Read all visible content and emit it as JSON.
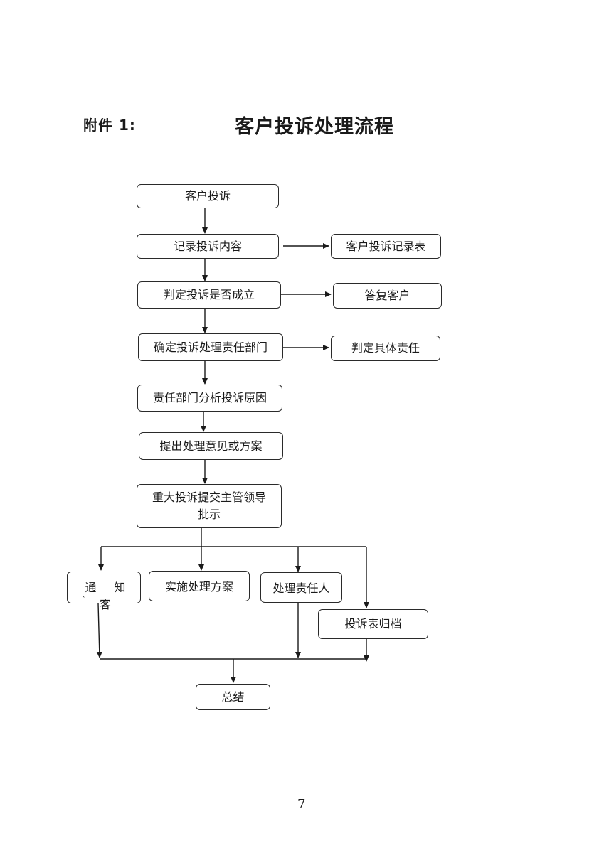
{
  "header": {
    "attachment": "附件 1:",
    "title": "客户投诉处理流程"
  },
  "nodes": {
    "complaint": "客户投诉",
    "record": "记录投诉内容",
    "record_form": "客户投诉记录表",
    "judge": "判定投诉是否成立",
    "reply": "答复客户",
    "dept": "确定投诉处理责任部门",
    "responsibility": "判定具体责任",
    "analyze": "责任部门分析投诉原因",
    "propose": "提出处理意见或方案",
    "major_line1": "重大投诉提交主管领导",
    "major_line2": "批示",
    "notify": "通 知 客",
    "implement": "实施处理方案",
    "handler": "处理责任人",
    "archive": "投诉表归档",
    "summary": "总结"
  },
  "footer": {
    "page_number": "7"
  }
}
